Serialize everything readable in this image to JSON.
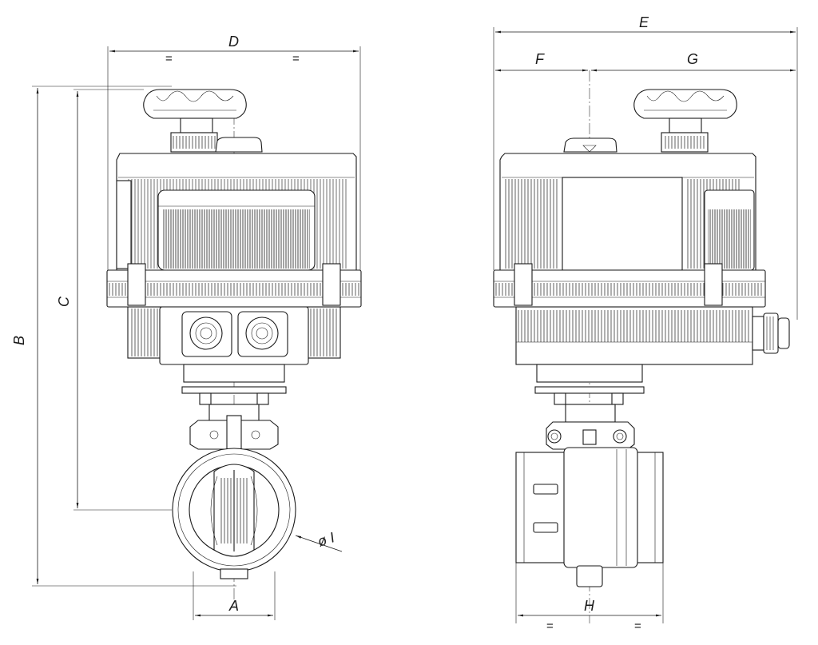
{
  "dimensions": {
    "A": "A",
    "B": "B",
    "C": "C",
    "D": "D",
    "E": "E",
    "F": "F",
    "G": "G",
    "H": "H",
    "diameter": "ø I"
  },
  "equal_marks": {
    "d_left": "=",
    "d_right": "=",
    "h_left": "=",
    "h_right": "="
  }
}
